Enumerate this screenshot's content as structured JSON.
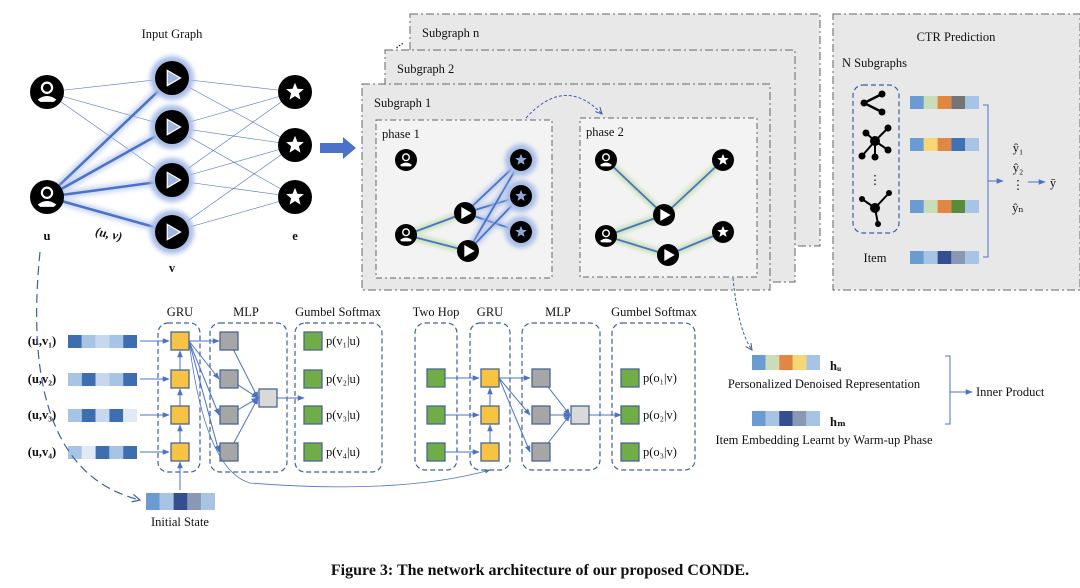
{
  "caption": "Figure 3: The network architecture of our proposed CONDE.",
  "input_graph": {
    "title": "Input Graph",
    "user_label": "u",
    "item_label": "v",
    "entity_label": "e",
    "edge_label": "(u, v)"
  },
  "subgraphs": {
    "more": "...",
    "labels": [
      "Subgraph n",
      "Subgraph 2",
      "Subgraph 1"
    ],
    "phase1": "phase 1",
    "phase2": "phase 2"
  },
  "ctr": {
    "title": "CTR Prediction",
    "n_subgraphs": "N Subgraphs",
    "vdots": "⋮",
    "item_label": "Item",
    "preds": [
      "ŷ₁",
      "ŷ₂",
      "⋮",
      "ŷₙ"
    ],
    "output": "ȳ",
    "bars": [
      [
        "#6a9bd1",
        "#c9ddb8",
        "#e28743",
        "#757575",
        "#a7c4e4"
      ],
      [
        "#6a9bd1",
        "#f7d774",
        "#e28743",
        "#3f72b3",
        "#a7c4e4"
      ],
      [
        "#6a9bd1",
        "#c9ddb8",
        "#e28743",
        "#5a8a3c",
        "#a7c4e4"
      ]
    ],
    "item_bar": [
      "#6a9bd1",
      "#a7c4e4",
      "#344f8f",
      "#8a99b3",
      "#a7c4e4"
    ]
  },
  "stage1": {
    "gru": "GRU",
    "mlp": "MLP",
    "gumbel": "Gumbel Softmax",
    "inputs": [
      "(u,v₁)",
      "(u,v₂)",
      "(u,v₃)",
      "(u,v₄)"
    ],
    "outputs": [
      "p(v₁|u)",
      "p(v₂|u)",
      "p(v₃|u)",
      "p(v₄|u)"
    ],
    "input_bars": [
      [
        "#3d6fb0",
        "#a7c4e4",
        "#c5d8ee",
        "#a7c4e4",
        "#3d6fb0"
      ],
      [
        "#a7c4e4",
        "#3d6fb0",
        "#c5d8ee",
        "#a7c4e4",
        "#3d6fb0"
      ],
      [
        "#a7c4e4",
        "#3d6fb0",
        "#c5d8ee",
        "#3d6fb0",
        "#e0eaf6"
      ],
      [
        "#a7c4e4",
        "#e0eaf6",
        "#3d6fb0",
        "#a7c4e4",
        "#3d6fb0"
      ]
    ],
    "initial_state": "Initial State",
    "initial_bar": [
      "#6a9bd1",
      "#a7c4e4",
      "#344f8f",
      "#8a99b3",
      "#a7c4e4"
    ]
  },
  "stage2": {
    "two_hop": "Two Hop",
    "gru": "GRU",
    "mlp": "MLP",
    "gumbel": "Gumbel Softmax",
    "outputs": [
      "p(o₁|v)",
      "p(o₂|v)",
      "p(o₃|v)"
    ]
  },
  "result": {
    "hu": "hᵤ",
    "hu_desc": "Personalized Denoised Representation",
    "hu_bar": [
      "#6a9bd1",
      "#c9ddb8",
      "#e28743",
      "#f7d774",
      "#a7c4e4"
    ],
    "hm": "hₘ",
    "hm_desc": "Item Embedding Learnt by Warm-up Phase",
    "hm_bar": [
      "#6a9bd1",
      "#a7c4e4",
      "#344f8f",
      "#8a99b3",
      "#a7c4e4"
    ],
    "inner_product": "Inner Product"
  },
  "colors": {
    "edge": "#4a72c8",
    "glow": "#a9bde8",
    "green_glow": "#b5d99c",
    "gru": "#f6c343",
    "mlp": "#a6a6a6",
    "mlp_out": "#d9d9d9",
    "softmax": "#70ad47",
    "panel": "#e8e8e8",
    "phase": "#f3f3f3"
  }
}
